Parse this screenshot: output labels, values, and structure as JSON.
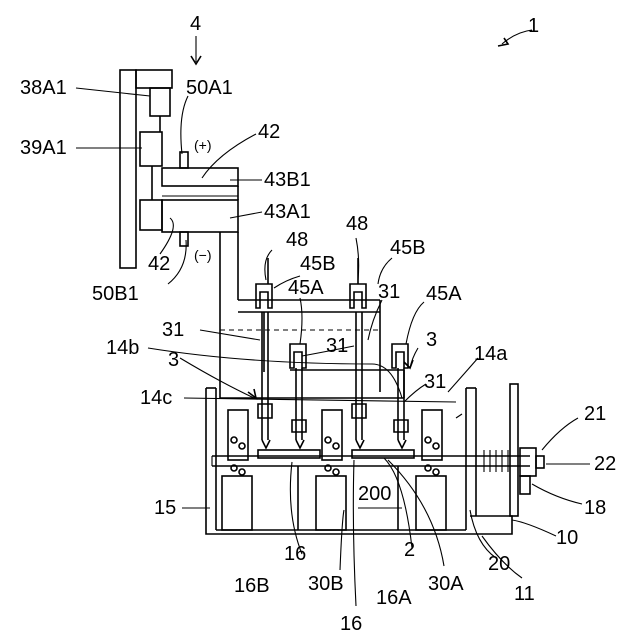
{
  "figure": {
    "labels": {
      "l_1": "1",
      "l_4": "4",
      "l_38A1": "38A1",
      "l_39A1": "39A1",
      "l_50A1": "50A1",
      "l_plus": "(+)",
      "l_42_top": "42",
      "l_43B1": "43B1",
      "l_43A1": "43A1",
      "l_42_low": "42",
      "l_minus": "(−)",
      "l_50B1": "50B1",
      "l_48_a": "48",
      "l_48_b": "48",
      "l_45B_a": "45B",
      "l_45B_b": "45B",
      "l_45A_a": "45A",
      "l_45A_b": "45A",
      "l_31_a": "31",
      "l_31_b": "31",
      "l_31_c": "31",
      "l_31_d": "31",
      "l_14b": "14b",
      "l_14a": "14a",
      "l_3_a": "3",
      "l_3_b": "3",
      "l_14c": "14c",
      "l_21": "21",
      "l_22": "22",
      "l_18": "18",
      "l_15": "15",
      "l_10": "10",
      "l_200": "200",
      "l_16B": "16B",
      "l_16_a": "16",
      "l_30B": "30B",
      "l_2": "2",
      "l_16A": "16A",
      "l_30A": "30A",
      "l_20": "20",
      "l_11": "11",
      "l_16_b": "16"
    }
  }
}
